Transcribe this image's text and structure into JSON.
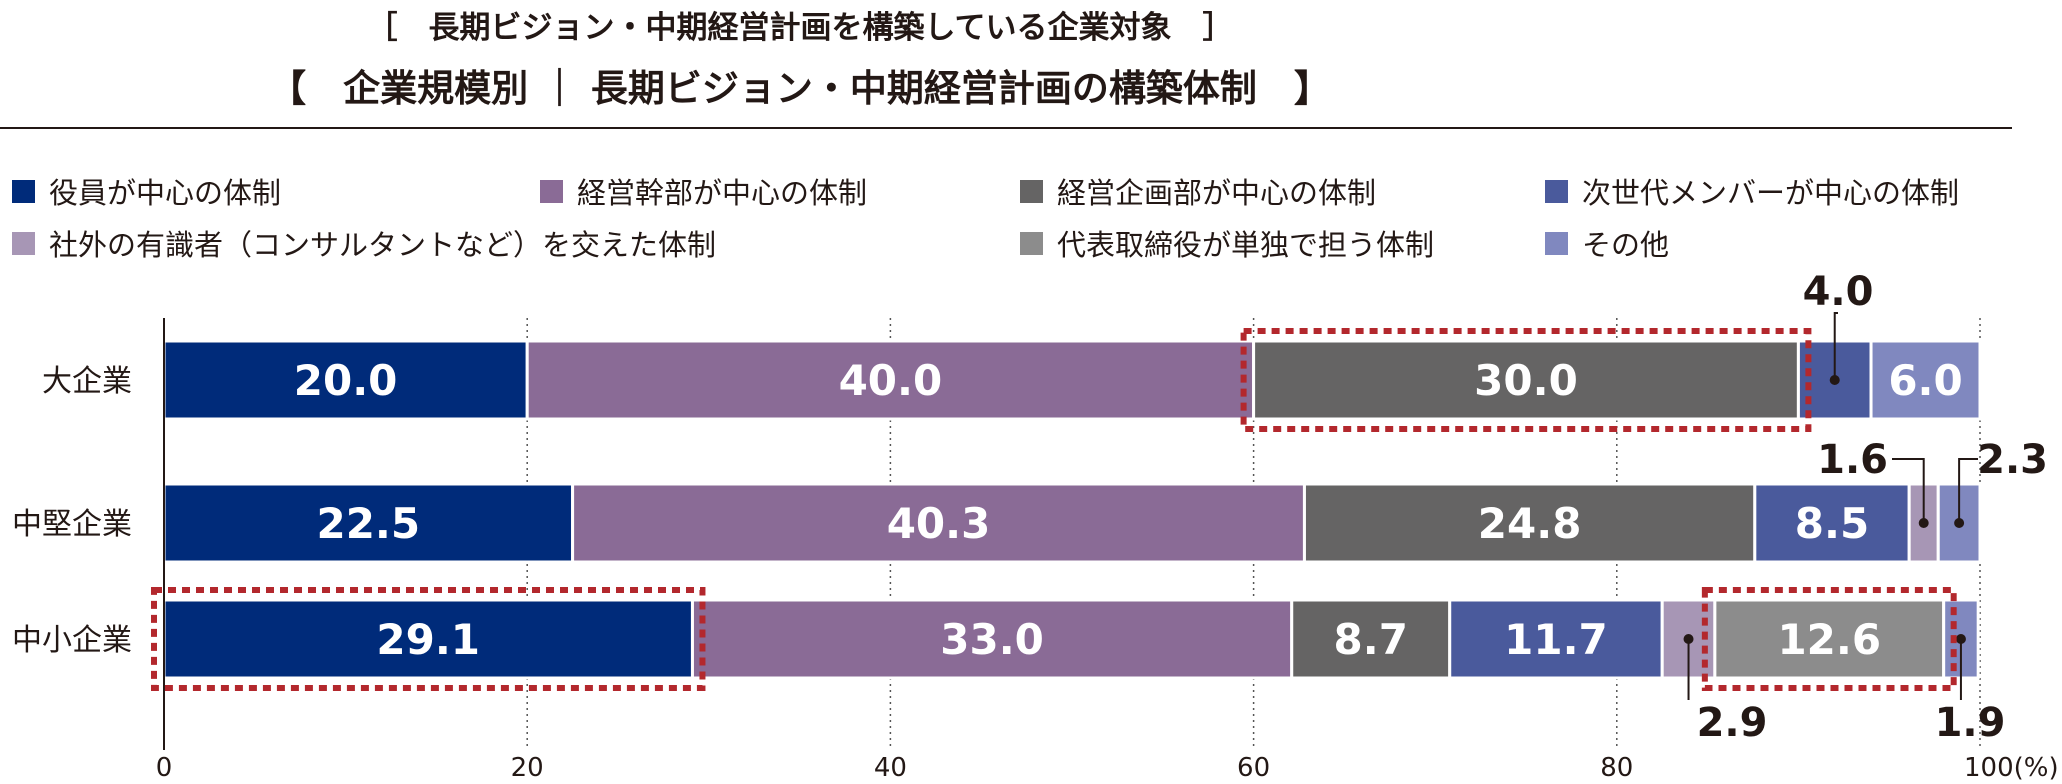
{
  "title": "［　長期ビジョン・中期経営計画を構築している企業対象　］",
  "subtitle": "【　企業規模別 ｜ 長期ビジョン・中期経営計画の構築体制　】",
  "chart_data": {
    "type": "bar",
    "orientation": "horizontal",
    "stacked": true,
    "categories": [
      "大企業",
      "中堅企業",
      "中小企業"
    ],
    "series": [
      {
        "name": "役員が中心の体制",
        "color": "#002b7a",
        "values": [
          20.0,
          22.5,
          29.1
        ]
      },
      {
        "name": "経営幹部が中心の体制",
        "color": "#8a6b96",
        "values": [
          40.0,
          40.3,
          33.0
        ]
      },
      {
        "name": "経営企画部が中心の体制",
        "color": "#656464",
        "values": [
          30.0,
          24.8,
          8.7
        ]
      },
      {
        "name": "次世代メンバーが中心の体制",
        "color": "#4a5a9c",
        "values": [
          4.0,
          8.5,
          11.7
        ]
      },
      {
        "name": "社外の有識者（コンサルタントなど）を交えた体制",
        "color": "#a796b5",
        "values": [
          0.0,
          1.6,
          2.9
        ]
      },
      {
        "name": "代表取締役が単独で担う体制",
        "color": "#8c8c8c",
        "values": [
          0.0,
          0.0,
          12.6
        ]
      },
      {
        "name": "その他",
        "color": "#8088bf",
        "values": [
          6.0,
          2.3,
          1.9
        ]
      }
    ],
    "value_labels": [
      [
        "20.0",
        "40.0",
        "30.0",
        "4.0",
        "",
        "",
        "6.0"
      ],
      [
        "22.5",
        "40.3",
        "24.8",
        "8.5",
        "1.6",
        "",
        "2.3"
      ],
      [
        "29.1",
        "33.0",
        "8.7",
        "11.7",
        "2.9",
        "12.6",
        "1.9"
      ]
    ],
    "xlim": [
      0,
      100
    ],
    "xticks": [
      "0",
      "20",
      "40",
      "60",
      "80",
      "100(%)"
    ],
    "grid": "vertical dotted",
    "legend_position": "top",
    "highlighted_segments": [
      [
        0,
        2
      ],
      [
        2,
        0
      ],
      [
        2,
        5
      ]
    ],
    "highlight_color": "#b3282d"
  }
}
